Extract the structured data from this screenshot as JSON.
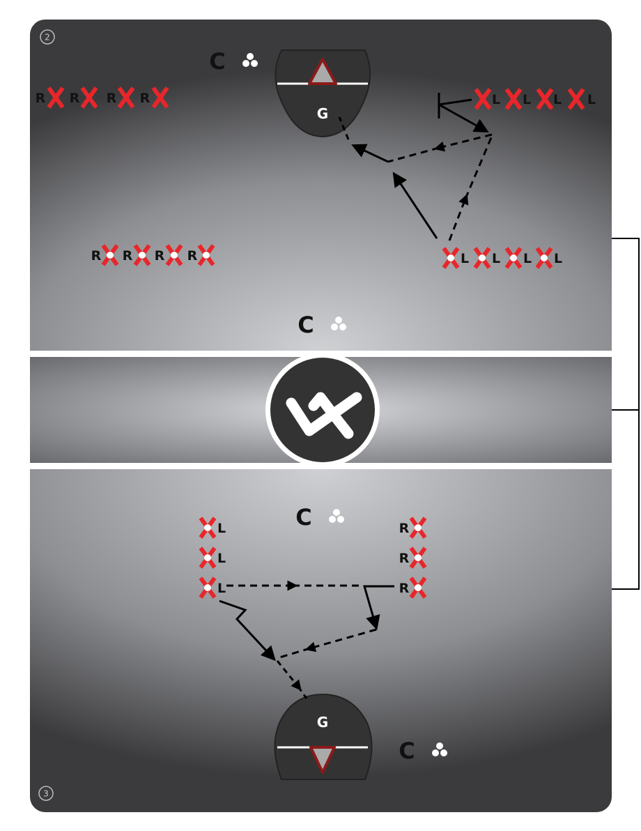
{
  "diagram": {
    "sections": [
      {
        "number": "2"
      },
      {
        "number": "3"
      }
    ],
    "labels": {
      "right_player": "R",
      "left_player": "L",
      "coach": "C",
      "goalie": "G"
    },
    "logo": {
      "text": "LF"
    },
    "colors": {
      "player_x": "#e8262a",
      "goal_fill": "#333333",
      "net": "#8b1a1a",
      "field_dark": "#3a3a3c",
      "field_light": "#cfd0d3"
    }
  }
}
